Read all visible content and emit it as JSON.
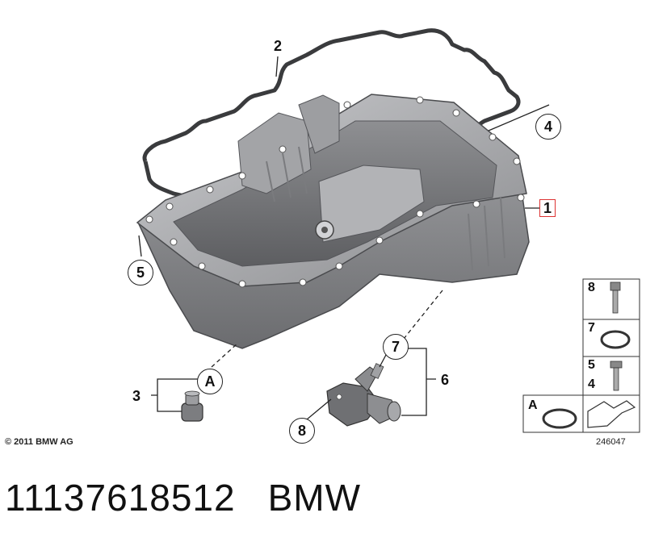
{
  "callouts": {
    "c1": "1",
    "c2": "2",
    "c3": "3",
    "c4": "4",
    "c5": "5",
    "c6": "6",
    "c7": "7",
    "c8": "8",
    "cA": "A"
  },
  "legend": {
    "row1_num": "8",
    "row2_num": "7",
    "row3_num_a": "5",
    "row3_num_b": "4",
    "row4_letter": "A"
  },
  "copyright": "© 2011 BMW AG",
  "drawing_number": "246047",
  "footer": {
    "part_number": "11137618512",
    "brand": "BMW"
  },
  "colors": {
    "pan_dark": "#6e6f72",
    "pan_mid": "#9a9b9e",
    "pan_light": "#c4c5c8",
    "gasket": "#3a3b3d",
    "highlight_box": "#d33333"
  }
}
